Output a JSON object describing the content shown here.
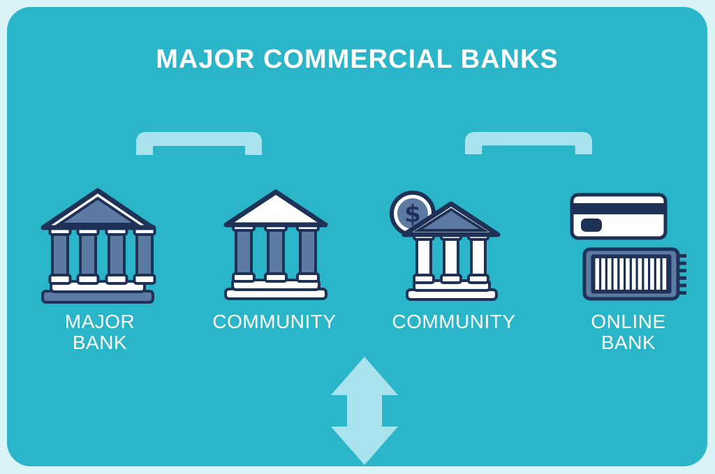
{
  "title": "MAJOR COMMERCIAL BANKS",
  "groups": [
    {
      "name": "major-bank",
      "label": [
        "MAJOR",
        "BANK"
      ],
      "icon": "classical-bank-4-columns-icon"
    },
    {
      "name": "community-1",
      "label": [
        "COMMUNITY"
      ],
      "icon": "classical-bank-3-columns-icon"
    },
    {
      "name": "community-2",
      "label": [
        "COMMUNITY"
      ],
      "icon": "bank-with-dollar-coin-icon"
    },
    {
      "name": "online-bank",
      "label": [
        "ONLINE",
        "BANK"
      ],
      "icon": "credit-card-and-barcode-icon"
    }
  ],
  "decorations": {
    "bracket_left": "top-bracket-shape",
    "bracket_right": "top-bracket-shape",
    "bottom_arrow": "up-down-double-arrow"
  },
  "colors": {
    "background_border": "#d9f3f7",
    "panel": "#2ab6c8",
    "accent_light": "#a9e3ee",
    "icon_navy": "#1e3257",
    "icon_blue": "#5d7aa3",
    "icon_white": "#ffffff",
    "text_white": "#ffffff"
  }
}
